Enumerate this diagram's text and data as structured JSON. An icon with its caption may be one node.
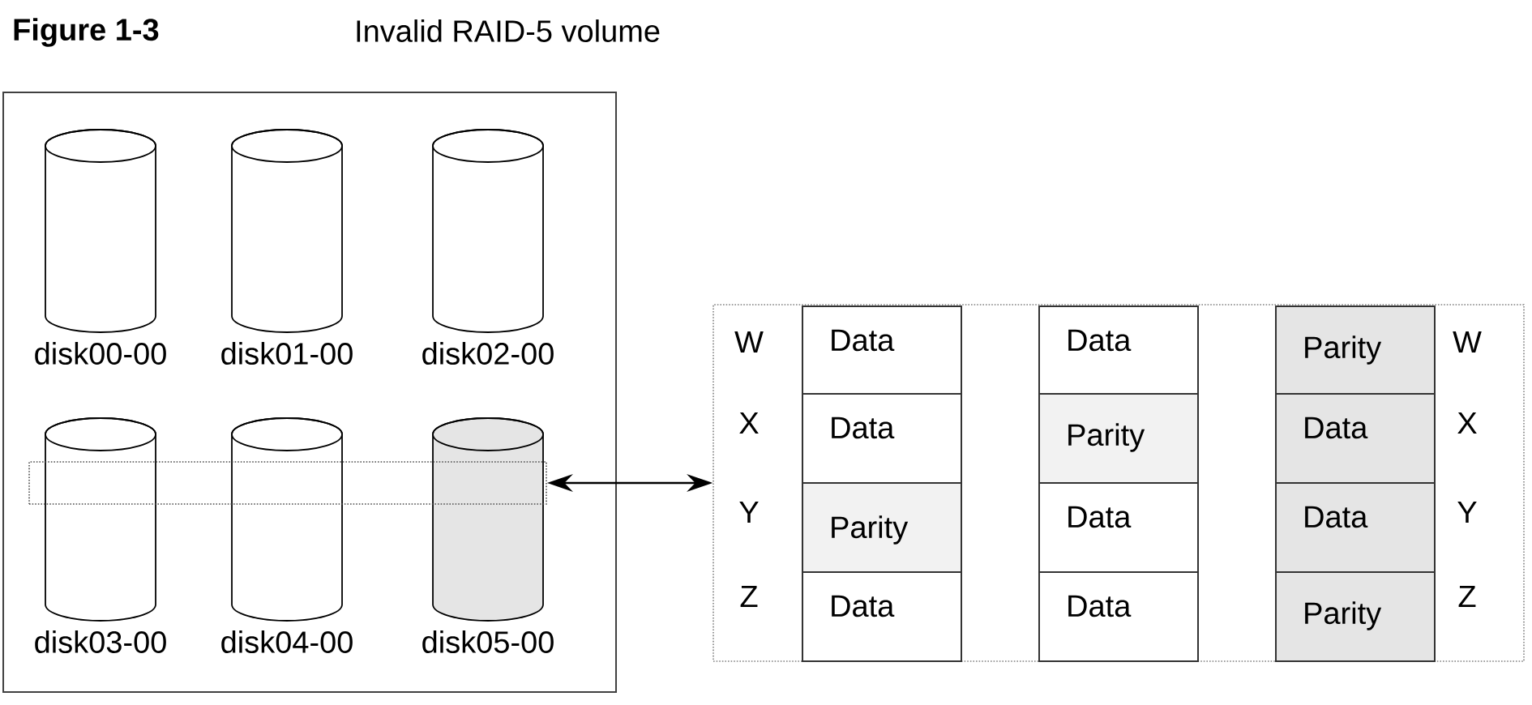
{
  "diagram": {
    "title": "Invalid RAID-5 volume",
    "nodes": [
      {
        "text": [],
        "shape": "box"
      },
      {
        "text": [
          "disk00-00"
        ],
        "in": 0
      },
      {
        "text": [
          "disk01-00"
        ],
        "in": 0
      },
      {
        "text": [
          "disk02-00"
        ],
        "in": 0
      },
      {
        "text": [
          "disk03-00"
        ],
        "in": 0
      },
      {
        "text": [
          "disk04-00"
        ],
        "in": 0
      },
      {
        "text": [
          "disk05-00"
        ],
        "in": 0
      },
      {
        "text": [],
        "shape": "box",
        "in": 0
      },
      {
        "text": [],
        "shape": "box"
      },
      {
        "text": [
          "Data"
        ],
        "in": 8
      },
      {
        "text": [
          "Data"
        ],
        "in": 8
      },
      {
        "text": [
          "Parity"
        ],
        "in": 8
      },
      {
        "text": [
          "Data"
        ],
        "in": 8
      },
      {
        "text": [
          "Data"
        ],
        "in": 8
      },
      {
        "text": [
          "Parity"
        ],
        "in": 8
      },
      {
        "text": [
          "Data"
        ],
        "in": 8
      },
      {
        "text": [
          "Data"
        ],
        "in": 8
      },
      {
        "text": [
          "Parity"
        ],
        "in": 8
      },
      {
        "text": [
          "Data"
        ],
        "in": 8
      },
      {
        "text": [
          "Data"
        ],
        "in": 8
      },
      {
        "text": [
          "Parity"
        ],
        "in": 8
      }
    ],
    "edges": [
      {
        "from": 7,
        "to": 8,
        "arrow": "both"
      }
    ],
    "labels": [
      "Figure 1-3",
      "W",
      "X",
      "Y",
      "Z",
      "W",
      "X",
      "Y",
      "Z"
    ]
  }
}
